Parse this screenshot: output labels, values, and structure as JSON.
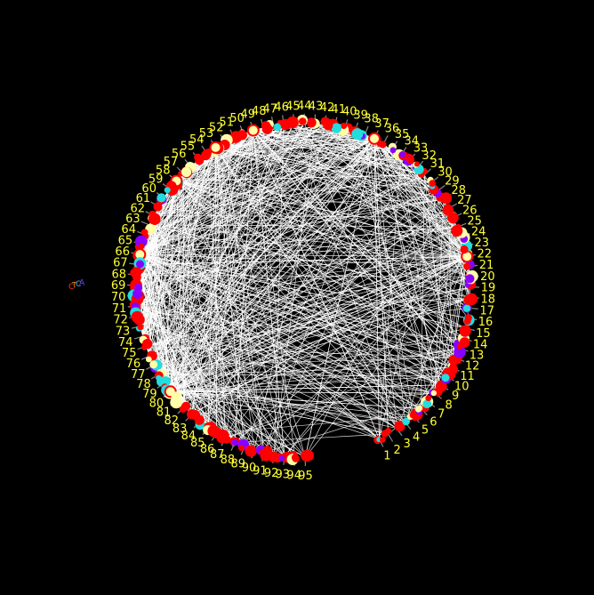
{
  "figure": {
    "background": "#000000",
    "edge_color": "#ffffff",
    "label_color": "#ffff33",
    "node_count": 95,
    "legend_letters": [
      {
        "text": "C",
        "color": "#ff3333"
      },
      {
        "text": "T",
        "color": "#ff8800"
      },
      {
        "text": "C",
        "color": "#44aaff"
      },
      {
        "text": "A",
        "color": "#7744ff"
      }
    ],
    "visible_labels": [
      "1",
      "2",
      "3",
      "4",
      "5",
      "6",
      "7",
      "8",
      "9",
      "10",
      "11",
      "12",
      "13",
      "14",
      "15",
      "16",
      "17",
      "18",
      "19",
      "20",
      "21",
      "22",
      "23",
      "24",
      "25",
      "26",
      "27",
      "28",
      "29",
      "30",
      "31",
      "32",
      "33",
      "34",
      "35",
      "36",
      "37",
      "38",
      "39",
      "40",
      "41",
      "42",
      "43",
      "44",
      "45",
      "46",
      "47",
      "48",
      "49",
      "50",
      "51",
      "52",
      "53",
      "54",
      "55",
      "56",
      "57",
      "58",
      "59",
      "60",
      "61",
      "62",
      "63",
      "64",
      "65",
      "66",
      "67",
      "68",
      "69",
      "70",
      "71",
      "72",
      "73",
      "74",
      "75",
      "76",
      "77",
      "78",
      "79",
      "80",
      "81",
      "82",
      "83",
      "84",
      "85",
      "86",
      "87",
      "88",
      "89",
      "90",
      "91",
      "92",
      "93",
      "94",
      "95"
    ],
    "hub_nodes": [
      22,
      37,
      49,
      53,
      58,
      66,
      80
    ],
    "node_palette": [
      "#ff0000",
      "#ff0000",
      "#ff0000",
      "#22dddd",
      "#8800ff",
      "#ff0000",
      "#ffffaa",
      "#ff0000"
    ]
  }
}
